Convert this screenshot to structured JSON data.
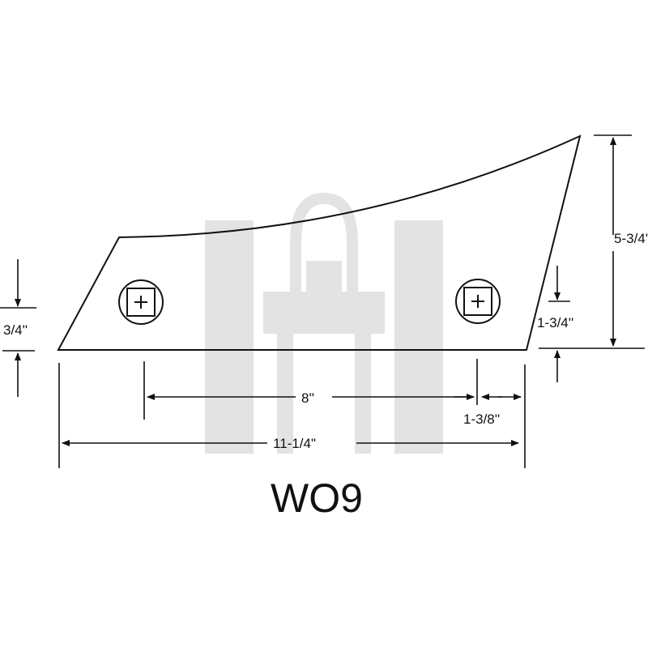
{
  "part_label": "WO9",
  "dimensions": {
    "left_height": "3/4''",
    "total_height": "5-3/4''",
    "right_offset": "1-3/4''",
    "hole_spacing": "8''",
    "hole_edge_offset": "1-3/8''",
    "overall_length": "11-1/4\""
  },
  "colors": {
    "line": "#111111",
    "watermark": "#e3e3e3"
  }
}
